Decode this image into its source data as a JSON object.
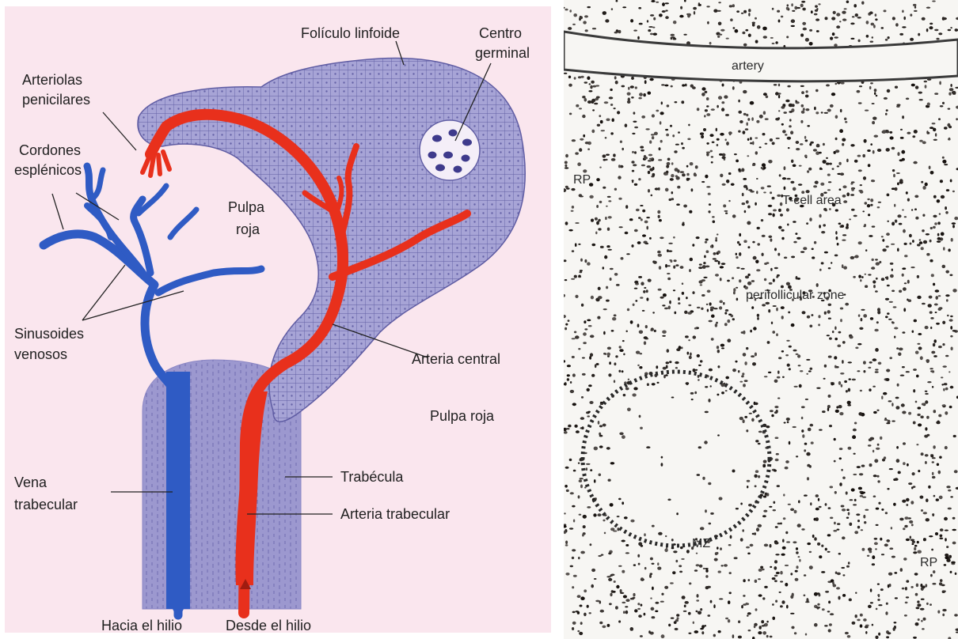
{
  "diagram": {
    "labels": {
      "foliculo_linfoide": "Folículo linfoide",
      "centro_germinal_1": "Centro",
      "centro_germinal_2": "germinal",
      "arteriolas_1": "Arteriolas",
      "arteriolas_2": "penicilares",
      "cordones_1": "Cordones",
      "cordones_2": "esplénicos",
      "pulpa_roja_inner_1": "Pulpa",
      "pulpa_roja_inner_2": "roja",
      "sinusoides_1": "Sinusoides",
      "sinusoides_2": "venosos",
      "arteria_central": "Arteria central",
      "pulpa_roja": "Pulpa roja",
      "trabecula": "Trabécula",
      "arteria_trabecular": "Arteria trabecular",
      "vena_1": "Vena",
      "vena_2": "trabecular",
      "hacia_hilio": "Hacia el hilio",
      "desde_hilio": "Desde el hilio"
    },
    "colors": {
      "background": "#fae6ee",
      "follicle": "#a7a4d6",
      "artery": "#e8301c",
      "vein": "#2f5bc4",
      "trabecula": "#9c98cf"
    }
  },
  "micrograph": {
    "labels": {
      "artery": "artery",
      "rp_top": "RP",
      "t_cell_area": "T-cell area",
      "perifollicular_zone": "perifollicular zone",
      "mz": "MZ",
      "rp_bottom": "RP"
    }
  }
}
